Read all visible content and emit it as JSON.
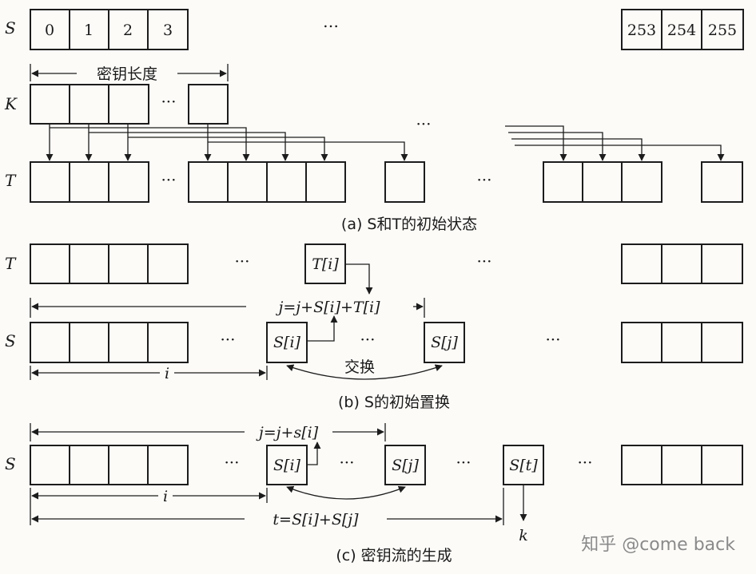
{
  "row_labels": {
    "s": "S",
    "k": "K",
    "t": "T"
  },
  "s_indices": [
    "0",
    "1",
    "2",
    "3"
  ],
  "s_tail_indices": [
    "253",
    "254",
    "255"
  ],
  "ellipsis": "…",
  "ellipsis_short": "···",
  "key_length": "密钥长度",
  "caption_a": "(a) S和T的初始状态",
  "caption_b": "(b) S的初始置换",
  "caption_c": "(c) 密钥流的生成",
  "cell_labels": {
    "ti": "T[i]",
    "si": "S[i]",
    "sj": "S[j]",
    "st": "S[t]"
  },
  "formulas": {
    "b_j": "j=j+S[i]+T[i]",
    "c_j": "j=j+s[i]",
    "c_t": "t=S[i]+S[j]"
  },
  "swap": "交换",
  "var_i": "i",
  "var_k": "k",
  "watermark": "知乎 @come back"
}
